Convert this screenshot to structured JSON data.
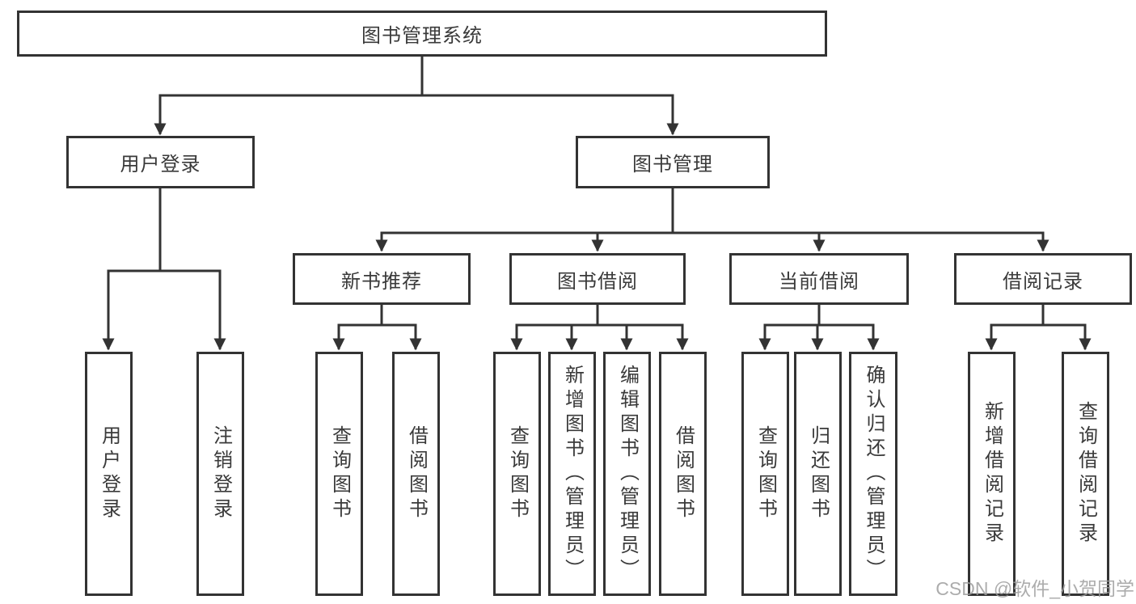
{
  "colors": {
    "line": "#333333",
    "box_border": "#333333",
    "box_fill": "#ffffff",
    "text": "#3a3a3a",
    "watermark": "#9e9e9e"
  },
  "tree": {
    "root": "图书管理系统",
    "branches": [
      {
        "label": "用户登录",
        "children": [
          "用户登录",
          "注销登录"
        ]
      },
      {
        "label": "图书管理",
        "groups": [
          {
            "label": "新书推荐",
            "children": [
              "查询图书",
              "借阅图书"
            ]
          },
          {
            "label": "图书借阅",
            "children": [
              "查询图书",
              "新增图书（管理员）",
              "编辑图书（管理员）",
              "借阅图书"
            ]
          },
          {
            "label": "当前借阅",
            "children": [
              "查询图书",
              "归还图书",
              "确认归还（管理员）"
            ]
          },
          {
            "label": "借阅记录",
            "children": [
              "新增借阅记录",
              "查询借阅记录"
            ]
          }
        ]
      }
    ]
  },
  "watermark": "CSDN @软件_小贺同学"
}
